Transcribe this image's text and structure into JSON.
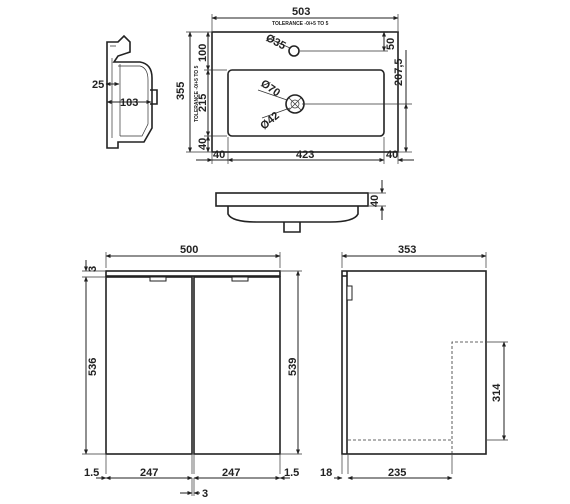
{
  "basin_top": {
    "width_503": "503",
    "tolerance_h": "TOLERANCE -0/+5 TO 5",
    "tolerance_v": "TOLERANCE -0/+5 TO 5",
    "tap_hole": "Ø35",
    "dim_50": "50",
    "dim_100": "100",
    "depth_355": "355",
    "waste": "Ø70",
    "dim_215": "215",
    "dim_207": "207,5",
    "overflow": "Ø42",
    "dim_40_left_v": "40",
    "dim_40_left_h": "40",
    "dim_423": "423",
    "dim_40_right_h": "40"
  },
  "basin_side": {
    "dim_25": "25",
    "dim_103": "103"
  },
  "basin_front": {
    "dim_40": "40"
  },
  "cabinet_front": {
    "dim_3_top": "3",
    "width_500": "500",
    "height_536": "536",
    "height_539": "539",
    "dim_1_5_left": "1.5",
    "door_247_left": "247",
    "door_247_right": "247",
    "dim_1_5_right": "1.5",
    "gap_3": "3"
  },
  "cabinet_side": {
    "depth_353": "353",
    "dim_314": "314",
    "dim_18": "18",
    "dim_235": "235"
  }
}
